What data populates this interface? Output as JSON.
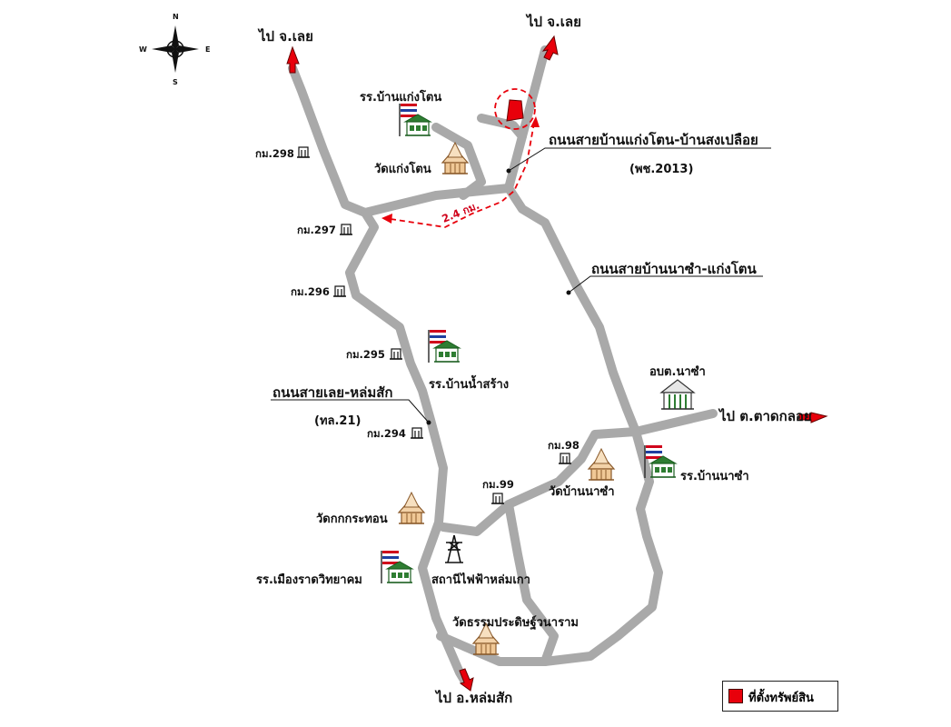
{
  "compass": {
    "n": "N",
    "s": "S",
    "e": "E",
    "w": "W"
  },
  "destinations": {
    "to_loei_left": "ไป จ.เลย",
    "to_loei_right": "ไป จ.เลย",
    "to_tat_kloi": "ไป ต.ตาดกลอย",
    "to_lom_sak": "ไป อ.หล่มสัก"
  },
  "roads": {
    "kaeng_don_song_pluey": "ถนนสายบ้านแก่งโตน-บ้านสงเปลือย",
    "kaeng_don_code": "(พช.2013)",
    "na_sam_kaeng_don": "ถนนสายบ้านนาซำ-แก่งโตน",
    "loei_lom_sak": "ถนนสายเลย-หล่มสัก",
    "loei_lom_sak_code": "(ทล.21)"
  },
  "distance_label": "2.4 กม.",
  "km_markers": {
    "km298": "กม.298",
    "km297": "กม.297",
    "km296": "กม.296",
    "km295": "กม.295",
    "km294": "กม.294",
    "km98": "กม.98",
    "km99": "กม.99"
  },
  "places": {
    "school_kaeng_don": "รร.บ้านแก่งโตน",
    "temple_kaeng_don": "วัดแก่งโตน",
    "school_nam_sang": "รร.บ้านน้ำสร้าง",
    "sao_na_sam": "อบต.นาซำ",
    "school_na_sam": "รร.บ้านนาซำ",
    "temple_na_sam": "วัดบ้านนาซำ",
    "temple_kok_kra_thon": "วัดกกกระทอน",
    "school_mueang_rat": "รร.เมืองราดวิทยาคม",
    "substation": "สถานีไฟฟ้าหล่มเกา",
    "temple_thammaprasit": "วัดธรรมประดิษฐ์วนาราม"
  },
  "legend": {
    "label": "ที่ตั้งทรัพย์สิน"
  },
  "colors": {
    "road": "#a9a9a9",
    "arrow": "#e8000b",
    "property": "#e8000b",
    "route": "#e8000b"
  }
}
